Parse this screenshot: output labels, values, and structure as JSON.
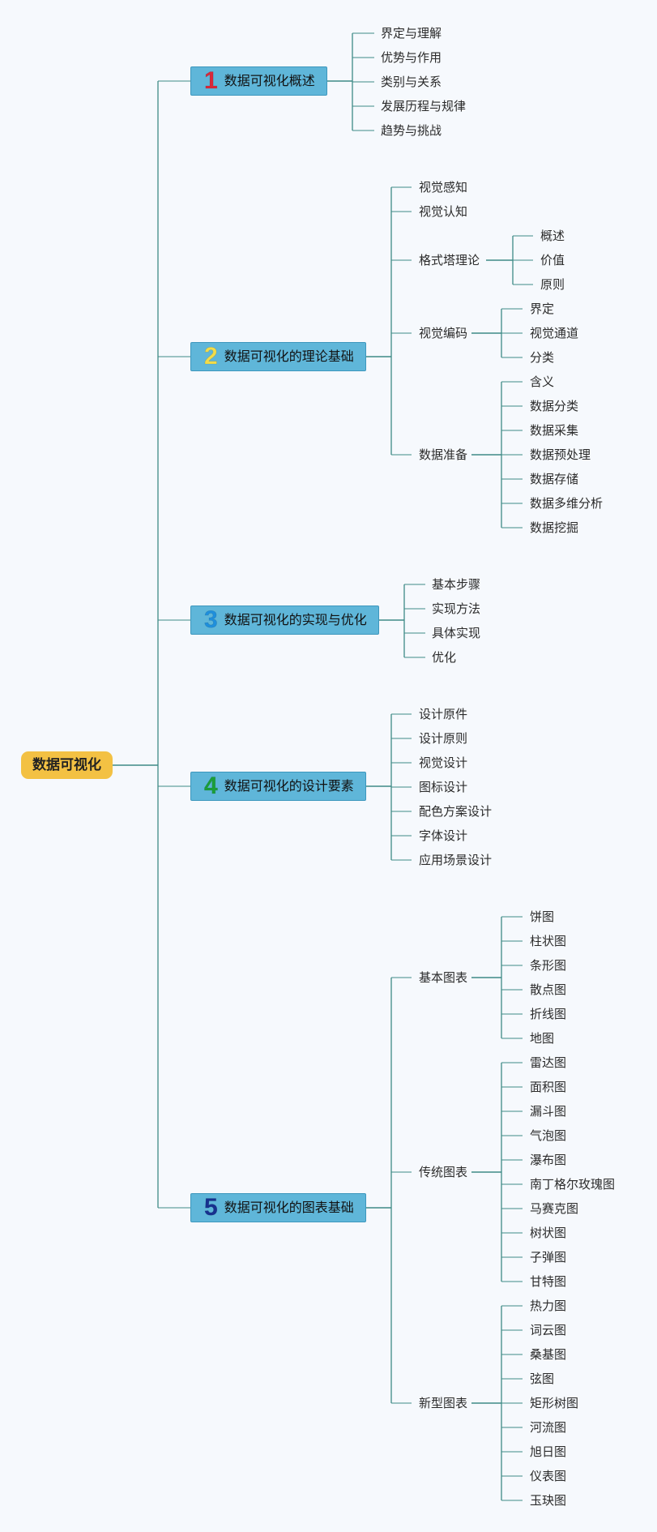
{
  "root": {
    "label": "数据可视化"
  },
  "topics": [
    {
      "num": "1",
      "num_color": "#d9283a",
      "label": "数据可视化概述",
      "children": [
        {
          "label": "界定与理解"
        },
        {
          "label": "优势与作用"
        },
        {
          "label": "类别与关系"
        },
        {
          "label": "发展历程与规律"
        },
        {
          "label": "趋势与挑战"
        }
      ]
    },
    {
      "num": "2",
      "num_color": "#f2dc4a",
      "label": "数据可视化的理论基础",
      "children": [
        {
          "label": "视觉感知"
        },
        {
          "label": "视觉认知"
        },
        {
          "label": "格式塔理论",
          "children": [
            {
              "label": "概述"
            },
            {
              "label": "价值"
            },
            {
              "label": "原则"
            }
          ]
        },
        {
          "label": "视觉编码",
          "children": [
            {
              "label": "界定"
            },
            {
              "label": "视觉通道"
            },
            {
              "label": "分类"
            }
          ]
        },
        {
          "label": "数据准备",
          "children": [
            {
              "label": "含义"
            },
            {
              "label": "数据分类"
            },
            {
              "label": "数据采集"
            },
            {
              "label": "数据预处理"
            },
            {
              "label": "数据存储"
            },
            {
              "label": "数据多维分析"
            },
            {
              "label": "数据挖掘"
            }
          ]
        }
      ]
    },
    {
      "num": "3",
      "num_color": "#1f8fdc",
      "label": "数据可视化的实现与优化",
      "children": [
        {
          "label": "基本步骤"
        },
        {
          "label": "实现方法"
        },
        {
          "label": "具体实现"
        },
        {
          "label": "优化"
        }
      ]
    },
    {
      "num": "4",
      "num_color": "#1b9e3a",
      "label": "数据可视化的设计要素",
      "children": [
        {
          "label": "设计原件"
        },
        {
          "label": "设计原则"
        },
        {
          "label": "视觉设计"
        },
        {
          "label": "图标设计"
        },
        {
          "label": "配色方案设计"
        },
        {
          "label": "字体设计"
        },
        {
          "label": "应用场景设计"
        }
      ]
    },
    {
      "num": "5",
      "num_color": "#17318f",
      "label": "数据可视化的图表基础",
      "children": [
        {
          "label": "基本图表",
          "children": [
            {
              "label": "饼图"
            },
            {
              "label": "柱状图"
            },
            {
              "label": "条形图"
            },
            {
              "label": "散点图"
            },
            {
              "label": "折线图"
            },
            {
              "label": "地图"
            }
          ]
        },
        {
          "label": "传统图表",
          "children": [
            {
              "label": "雷达图"
            },
            {
              "label": "面积图"
            },
            {
              "label": "漏斗图"
            },
            {
              "label": "气泡图"
            },
            {
              "label": "瀑布图"
            },
            {
              "label": "南丁格尔玫瑰图"
            },
            {
              "label": "马赛克图"
            },
            {
              "label": "树状图"
            },
            {
              "label": "子弹图"
            },
            {
              "label": "甘特图"
            }
          ]
        },
        {
          "label": "新型图表",
          "children": [
            {
              "label": "热力图"
            },
            {
              "label": "词云图"
            },
            {
              "label": "桑基图"
            },
            {
              "label": "弦图"
            },
            {
              "label": "矩形树图"
            },
            {
              "label": "河流图"
            },
            {
              "label": "旭日图"
            },
            {
              "label": "仪表图"
            },
            {
              "label": "玉玦图"
            }
          ]
        }
      ]
    }
  ],
  "colors": {
    "line": "#3f8a86",
    "topic_fill": "#5fb6d9",
    "root_fill": "#f3c143",
    "background": "#f6f9fd"
  }
}
